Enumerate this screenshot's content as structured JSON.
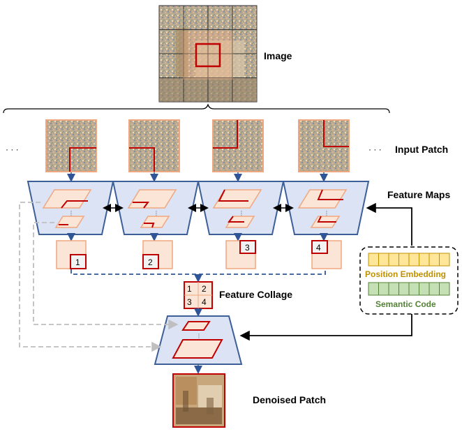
{
  "labels": {
    "image": "Image",
    "input_patch": "Input Patch",
    "feature_maps": "Feature Maps",
    "feature_collage": "Feature Collage",
    "denoised_patch": "Denoised Patch",
    "ellipsis_left": "· · ·",
    "ellipsis_right": "· · ·"
  },
  "code_box": {
    "position_embedding": "Position Embedding",
    "semantic_code": "Semantic Code"
  },
  "patch_numbers": [
    "1",
    "2",
    "3",
    "4"
  ],
  "collage_numbers": [
    "1",
    "2",
    "3",
    "4"
  ],
  "colors": {
    "encoder_fill": "#dbe3f4",
    "encoder_stroke": "#3d5f98",
    "patch_fill": "#fbe5d6",
    "patch_stroke": "#f0a77f",
    "highlight": "#c00000",
    "position_embedding": "#ffe699",
    "position_embedding_text": "#bf9000",
    "semantic_code": "#c5e0b4",
    "semantic_code_text": "#548235",
    "dashed_blue": "#2f5597",
    "dashed_gray": "#bfbfbf"
  }
}
